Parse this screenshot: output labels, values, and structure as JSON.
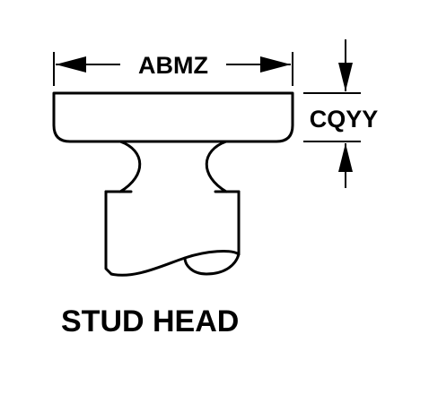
{
  "diagram": {
    "part_name": "STUD HEAD",
    "dimensions": {
      "width_label": "ABMZ",
      "height_label": "CQYY"
    },
    "colors": {
      "line": "#000000",
      "background": "#ffffff"
    }
  }
}
